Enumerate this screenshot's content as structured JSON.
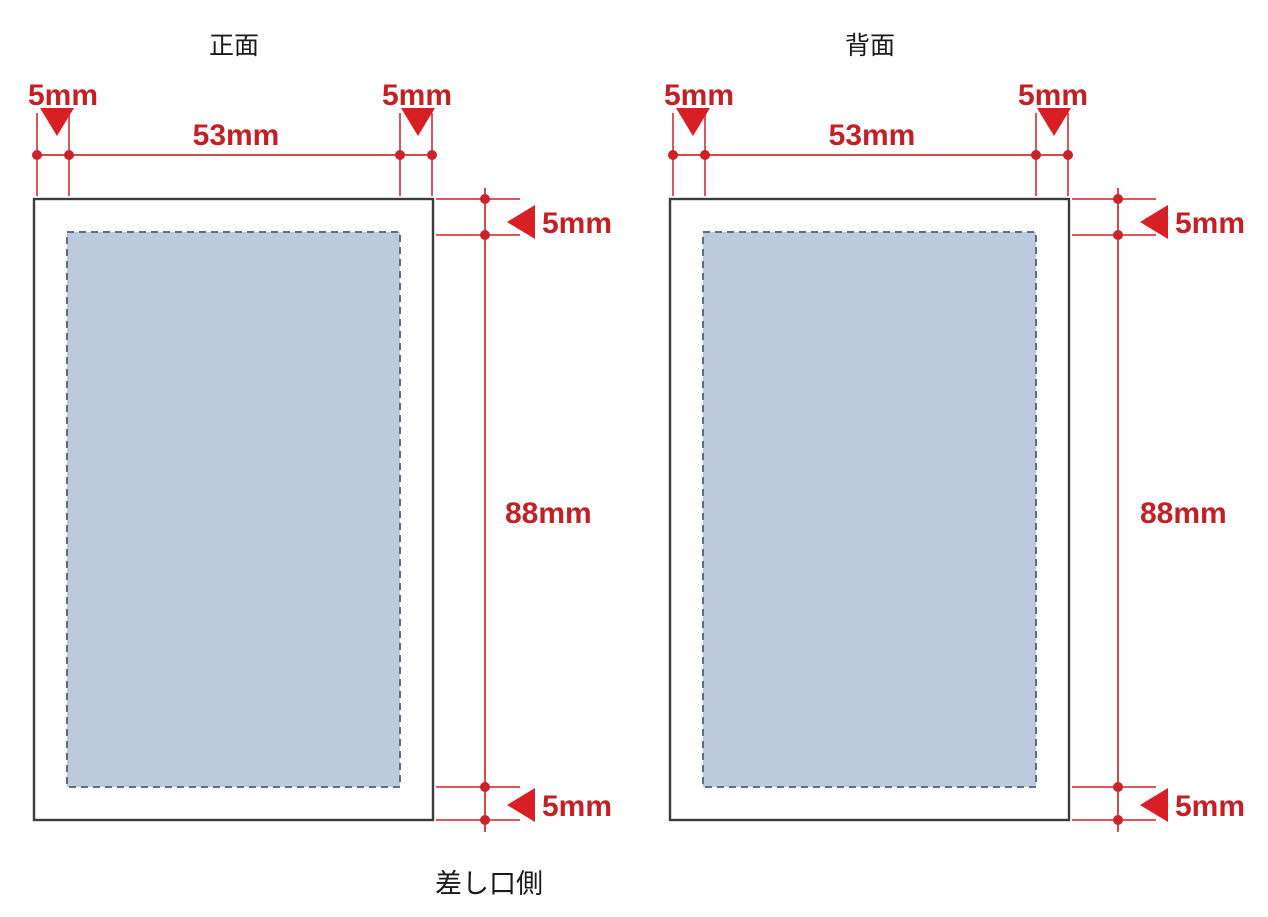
{
  "meta": {
    "caption": "差し口側"
  },
  "panels": [
    {
      "id": "front",
      "title": "正面",
      "margin_top": "5mm",
      "margin_left": "5mm",
      "margin_right": "5mm",
      "margin_bottom": "5mm",
      "width_label": "53mm",
      "height_label": "88mm"
    },
    {
      "id": "back",
      "title": "背面",
      "margin_top": "5mm",
      "margin_left": "5mm",
      "margin_right": "5mm",
      "margin_bottom": "5mm",
      "width_label": "53mm",
      "height_label": "88mm"
    }
  ],
  "colors": {
    "dimension_red": "#cc2229",
    "dimension_line": "#cf4a4f",
    "marker_red": "#d81f26",
    "card_border": "#3c3c3c",
    "safe_area_fill": "#bdcadd",
    "safe_area_border": "#5d6e85",
    "text": "#1a1a1a",
    "background": "#ffffff"
  }
}
